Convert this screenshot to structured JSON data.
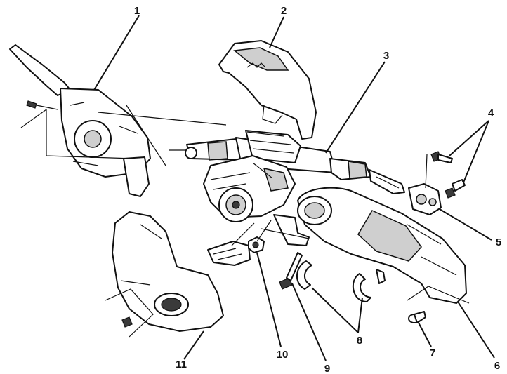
{
  "callouts": [
    {
      "id": "c1",
      "label": "1"
    },
    {
      "id": "c2",
      "label": "2"
    },
    {
      "id": "c3",
      "label": "3"
    },
    {
      "id": "c4",
      "label": "4"
    },
    {
      "id": "c5",
      "label": "5"
    },
    {
      "id": "c6",
      "label": "6"
    },
    {
      "id": "c7",
      "label": "7"
    },
    {
      "id": "c8",
      "label": "8"
    },
    {
      "id": "c9",
      "label": "9"
    },
    {
      "id": "c10",
      "label": "10"
    },
    {
      "id": "c11",
      "label": "11"
    }
  ],
  "colors": {
    "ink": "#111111",
    "paper": "#ffffff",
    "shade": "#cfcfcf"
  }
}
